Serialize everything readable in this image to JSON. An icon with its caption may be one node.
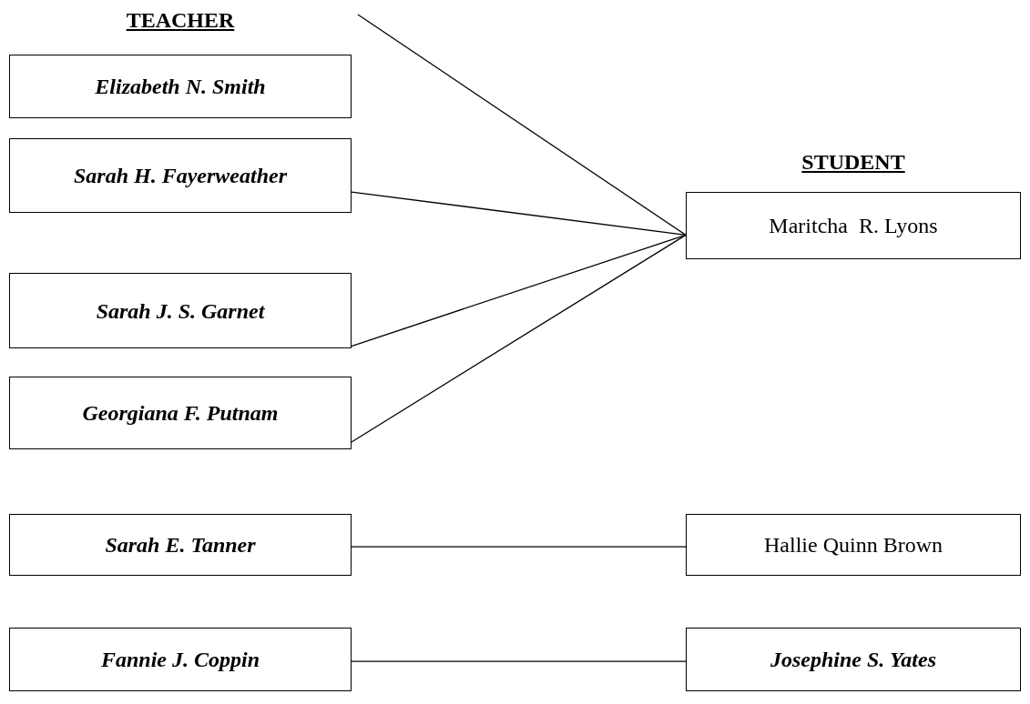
{
  "diagram": {
    "nodes": [
      {
        "text": [
          "Elizabeth N. Smith"
        ]
      },
      {
        "text": [
          "Sarah H. Fayerweather"
        ]
      },
      {
        "text": [
          "Sarah J. S. Garnet"
        ]
      },
      {
        "text": [
          "Georgiana F. Putnam"
        ]
      },
      {
        "text": [
          "Sarah E. Tanner"
        ]
      },
      {
        "text": [
          "Fannie J. Coppin"
        ]
      },
      {
        "text": [
          "Maritcha  R. Lyons"
        ]
      },
      {
        "text": [
          "Hallie Quinn Brown"
        ]
      },
      {
        "text": [
          "Josephine S. Yates"
        ]
      }
    ],
    "edges": [
      {
        "from": null,
        "to": 6,
        "arrow": "none"
      },
      {
        "from": 1,
        "to": 6,
        "arrow": "none"
      },
      {
        "from": 2,
        "to": 6,
        "arrow": "none"
      },
      {
        "from": 3,
        "to": 6,
        "arrow": "none"
      },
      {
        "from": 4,
        "to": 7,
        "arrow": "none"
      },
      {
        "from": 5,
        "to": 8,
        "arrow": "none"
      }
    ],
    "labels": [
      "TEACHER",
      "STUDENT"
    ]
  }
}
